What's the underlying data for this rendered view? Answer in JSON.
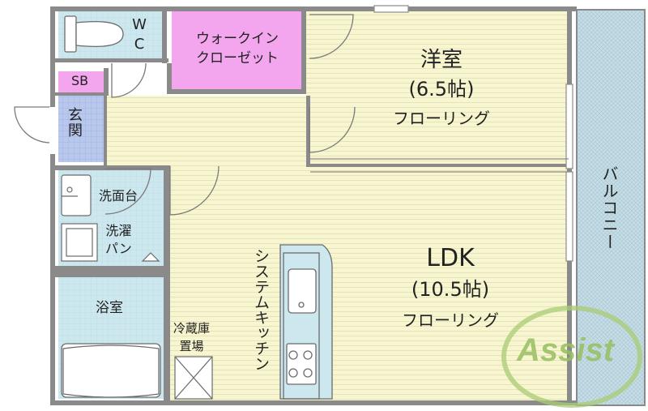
{
  "rooms": {
    "wc": {
      "line1": "W",
      "line2": "C"
    },
    "walk_in_closet": {
      "line1": "ウォークイン",
      "line2": "クローゼット"
    },
    "sb": "SB",
    "entrance": "玄関",
    "western_room": {
      "name": "洋室",
      "size": "(6.5帖)",
      "floor": "フローリング"
    },
    "washstand": "洗面台",
    "washer": {
      "line1": "洗濯",
      "line2": "パン"
    },
    "bathroom": "浴室",
    "fridge": {
      "line1": "冷蔵庫",
      "line2": "置場"
    },
    "kitchen": "システムキッチン",
    "ldk": {
      "name": "LDK",
      "size": "(10.5帖)",
      "floor": "フローリング"
    },
    "balcony": "バルコニー"
  },
  "logo": {
    "text": "Assist"
  },
  "colors": {
    "wall": "#8a8a8a",
    "floor": "#f8f6d0",
    "floor_line": "#e7e3b8",
    "closet": "#f3a6ee",
    "wet_area": "#cde7ee",
    "entrance_tile": "#b8c7ec",
    "balcony": "#c5dde6",
    "logo": "#a8cb74"
  }
}
